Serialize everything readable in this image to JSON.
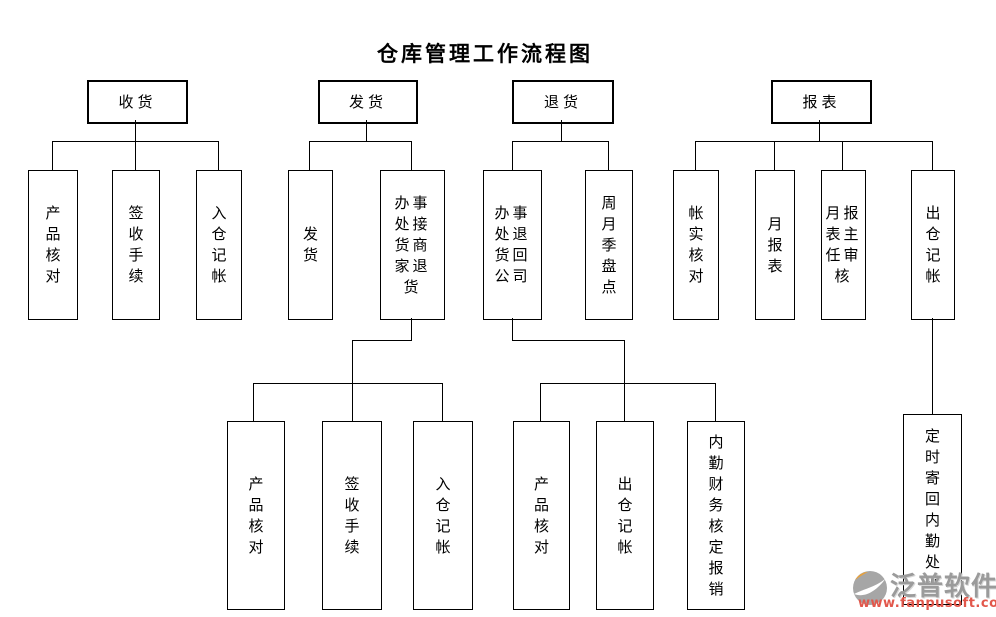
{
  "title": "仓库管理工作流程图",
  "colors": {
    "line": "#000000",
    "box_background": "#ffffff",
    "title_color": "#000000",
    "watermark_brand_color": "#9b9b9b",
    "watermark_url_color": "#e2574b"
  },
  "tree": {
    "branches": [
      {
        "label": "收货",
        "children": [
          {
            "label": "产品核对"
          },
          {
            "label": "签收手续"
          },
          {
            "label": "入仓　记帐"
          }
        ]
      },
      {
        "label": "发货",
        "children": [
          {
            "label": "发　　货"
          },
          {
            "label": "办事处接货商家退货",
            "children": [
              {
                "label": "产品核对"
              },
              {
                "label": "签收手续"
              },
              {
                "label": "入仓　记帐"
              }
            ]
          }
        ]
      },
      {
        "label": "退货",
        "children": [
          {
            "label": "办事处退货回公司",
            "children": [
              {
                "label": "产品核对"
              },
              {
                "label": "出仓　记帐"
              },
              {
                "label": "内勤财务核定报销"
              }
            ]
          },
          {
            "label": "周月季盘点"
          }
        ]
      },
      {
        "label": "报表",
        "children": [
          {
            "label": "帐实核对"
          },
          {
            "label": "月报表"
          },
          {
            "label": "月报表主任审核"
          },
          {
            "label": "出仓　记帐",
            "children": [
              {
                "label": "定时寄回内勤处理"
              }
            ]
          }
        ]
      }
    ]
  },
  "watermark": {
    "brand": "泛普软件",
    "url": "www.fanpusoft.com"
  }
}
